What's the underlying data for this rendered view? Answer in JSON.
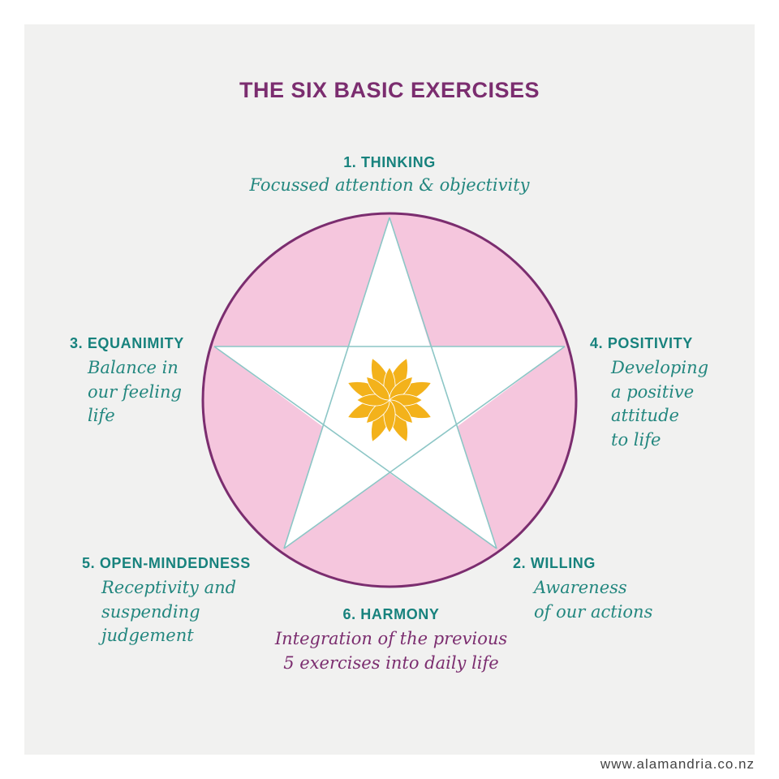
{
  "title": "THE SIX BASIC EXERCISES",
  "exercises": [
    {
      "heading": "1. THINKING",
      "description": [
        "Focussed attention & objectivity"
      ]
    },
    {
      "heading": "2. WILLING",
      "description": [
        "Awareness",
        "of our actions"
      ]
    },
    {
      "heading": "3. EQUANIMITY",
      "description": [
        "Balance in",
        "our feeling",
        "life"
      ]
    },
    {
      "heading": "4. POSITIVITY",
      "description": [
        "Developing",
        "a positive",
        "attitude",
        "to life"
      ]
    },
    {
      "heading": "5. OPEN-MINDEDNESS",
      "description": [
        "Receptivity and",
        "suspending",
        "judgement"
      ]
    },
    {
      "heading": "6. HARMONY",
      "description": [
        "Integration of the previous",
        "5 exercises into daily life"
      ]
    }
  ],
  "footer": "www.alamandria.co.nz",
  "colors": {
    "background": "#f1f1f0",
    "title": "#7b2d6f",
    "heading": "#17827d",
    "circle_fill": "#f5c6dd",
    "circle_stroke": "#7b2d6f",
    "star_fill": "#ffffff",
    "star_lines": "#8cc6c6",
    "flower": "#f3b21b"
  },
  "icons": [
    "pentagram",
    "lotus-flower-icon"
  ]
}
